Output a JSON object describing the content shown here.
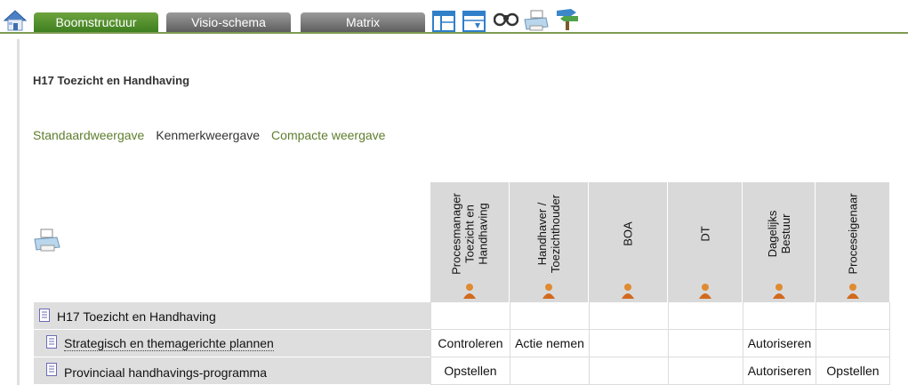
{
  "toolbar": {
    "home_icon": "home-icon",
    "tabs": [
      {
        "label": "Boomstructuur",
        "active": true
      },
      {
        "label": "Visio-schema",
        "active": false
      },
      {
        "label": "Matrix",
        "active": false
      }
    ],
    "tool_icons": [
      "layout-columns-icon",
      "layout-download-icon",
      "binoculars-icon",
      "printer-icon",
      "signpost-icon"
    ],
    "accent_color": "#4e8a2a"
  },
  "page": {
    "title": "H17 Toezicht en Handhaving"
  },
  "views": {
    "standard": "Standaardweergave",
    "kenmerk": "Kenmerkweergave",
    "compact": "Compacte weergave"
  },
  "matrix": {
    "columns": [
      {
        "label": "Procesmanager\nToezicht en\nHandhaving",
        "icon": "person-icon"
      },
      {
        "label": "Handhaver /\nToezichthouder",
        "icon": "person-icon"
      },
      {
        "label": "BOA",
        "icon": "person-icon"
      },
      {
        "label": "DT",
        "icon": "person-icon"
      },
      {
        "label": "Dagelijks\nBestuur",
        "icon": "person-icon"
      },
      {
        "label": "Proceseigenaar",
        "icon": "person-icon"
      }
    ],
    "rows": [
      {
        "label": "H17 Toezicht en Handhaving",
        "cells": [
          "",
          "",
          "",
          "",
          "",
          ""
        ]
      },
      {
        "label": "Strategisch en themagerichte plannen",
        "cells": [
          "Controleren",
          "Actie nemen",
          "",
          "",
          "Autoriseren",
          ""
        ]
      },
      {
        "label": "Provinciaal handhavings-programma",
        "cells": [
          "Opstellen",
          "",
          "",
          "",
          "Autoriseren",
          "Opstellen"
        ]
      }
    ]
  }
}
